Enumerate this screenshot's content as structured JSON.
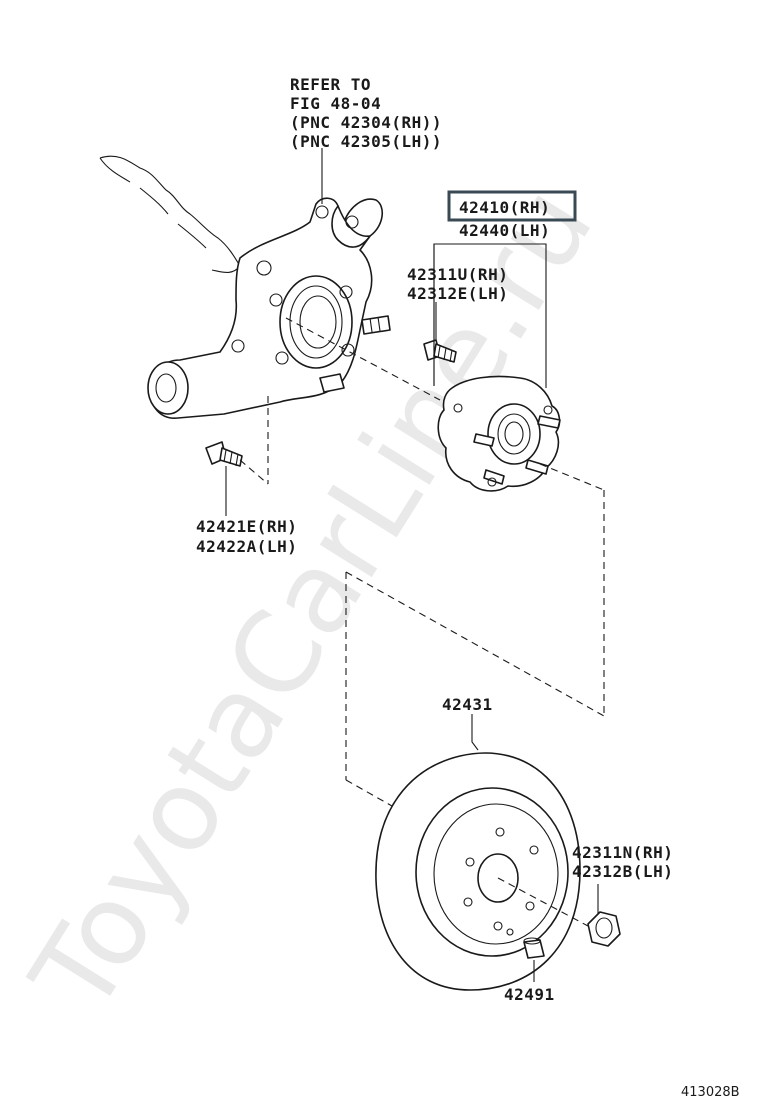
{
  "watermark": "ToyotaCarLine.ru",
  "refer_note": {
    "line1": "REFER TO",
    "line2": "FIG 48-04",
    "line3": "(PNC 42304(RH))",
    "line4": "(PNC 42305(LH))"
  },
  "labels": {
    "hub_rh": "42410(RH)",
    "hub_lh": "42440(LH)",
    "hub_bolt_rh": "42311U(RH)",
    "hub_bolt_lh": "42312E(LH)",
    "knuckle_bolt_rh": "42421E(RH)",
    "knuckle_bolt_lh": "42422A(LH)",
    "disc": "42431",
    "nut_rh": "42311N(RH)",
    "nut_lh": "42312B(LH)",
    "plug": "42491"
  },
  "highlight": "hub_rh",
  "figure_id": "413028B"
}
